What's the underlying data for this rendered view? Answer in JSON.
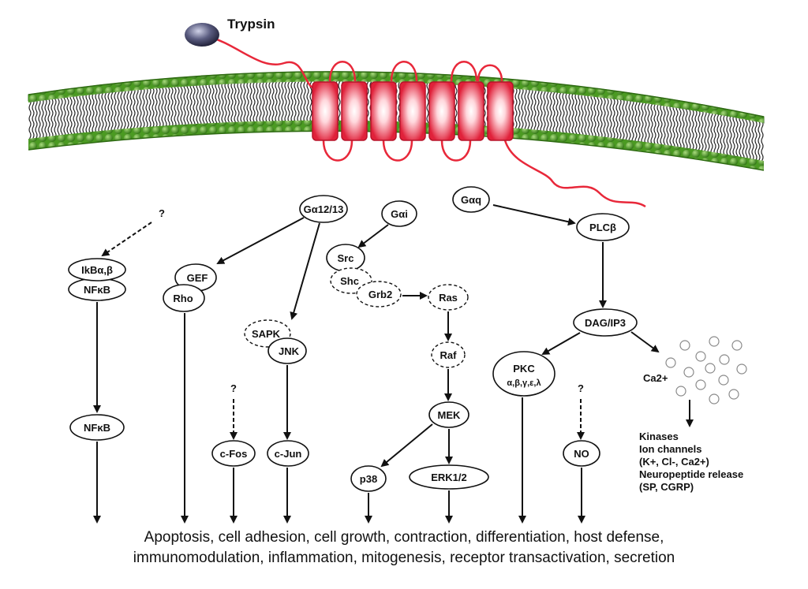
{
  "ligand": {
    "label": "Trypsin"
  },
  "nodes": {
    "g1213": "Gα12/13",
    "gi": "Gαi",
    "gq": "Gαq",
    "q_left": "?",
    "ikb": "IkBα,β",
    "nfkb_top": "NFκB",
    "gef": "GEF",
    "rho": "Rho",
    "src": "Src",
    "shc": "Shc",
    "grb2": "Grb2",
    "ras": "Ras",
    "plcb": "PLCβ",
    "dagip3": "DAG/IP3",
    "sapk": "SAPK",
    "jnk": "JNK",
    "raf": "Raf",
    "pkc": "PKC",
    "pkc_iso": "α,β,γ,ε,λ",
    "ca": "Ca2+",
    "nfkb": "NFκB",
    "q_cfos": "?",
    "cfos": "c-Fos",
    "cjun": "c-Jun",
    "mek": "MEK",
    "p38": "p38",
    "erk": "ERK1/2",
    "q_no": "?",
    "no": "NO"
  },
  "effects": {
    "l1": "Kinases",
    "l2": "Ion channels",
    "l3": "(K+, Cl-, Ca2+)",
    "l4": "Neuropeptide release",
    "l5": "(SP, CGRP)"
  },
  "outcomes": {
    "line1": "Apoptosis, cell adhesion, cell growth, contraction, differentiation, host defense,",
    "line2": "immunomodulation, inflammation, mitogenesis, receptor transactivation, secretion"
  },
  "colors": {
    "membrane_head": "#3e8a1e",
    "membrane_head_light": "#7cc04a",
    "receptor": "#e8283a",
    "receptor_core": "#ffffff",
    "ligand": "#3a3a55"
  }
}
